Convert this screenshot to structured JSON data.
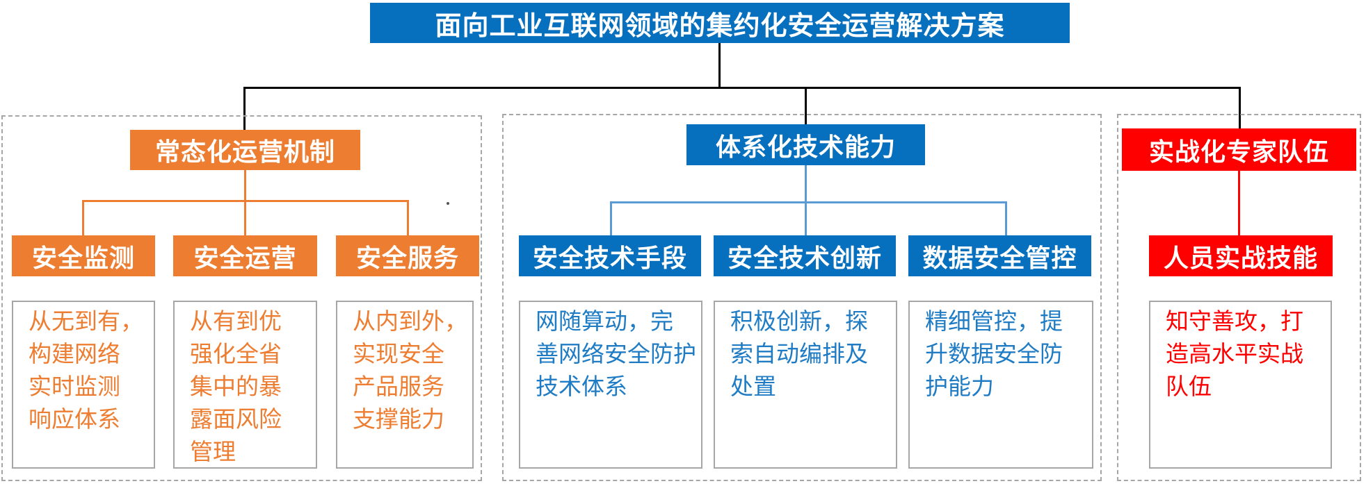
{
  "title": "面向工业互联网领域的集约化安全运营解决方案",
  "colors": {
    "primary_blue": "#0670BE",
    "accent_orange": "#ED7D31",
    "accent_red": "#FF0000",
    "connector_light_blue": "#5B9BD5",
    "connector_black": "#000000",
    "border_gray": "#A6A6A6",
    "desc_text_blue": "#1F7CC4"
  },
  "branches": [
    {
      "header": "常态化运营机制",
      "color": "#ED7D31",
      "children": [
        {
          "label": "安全监测",
          "desc": "从无到有，\n构建网络\n实时监测\n响应体系"
        },
        {
          "label": "安全运营",
          "desc": "从有到优\n强化全省\n集中的暴\n露面风险\n管理"
        },
        {
          "label": "安全服务",
          "desc": "从内到外，\n实现安全\n产品服务\n支撑能力"
        }
      ]
    },
    {
      "header": "体系化技术能力",
      "color": "#0670BE",
      "children": [
        {
          "label": "安全技术手段",
          "desc": "网随算动，完\n善网络安全防护\n技术体系"
        },
        {
          "label": "安全技术创新",
          "desc": "积极创新，探\n索自动编排及\n处置"
        },
        {
          "label": "数据安全管控",
          "desc": "精细管控，提\n升数据安全防\n护能力"
        }
      ]
    },
    {
      "header": "实战化专家队伍",
      "color": "#FF0000",
      "children": [
        {
          "label": "人员实战技能",
          "desc": "知守善攻，打\n造高水平实战\n队伍"
        }
      ]
    }
  ]
}
